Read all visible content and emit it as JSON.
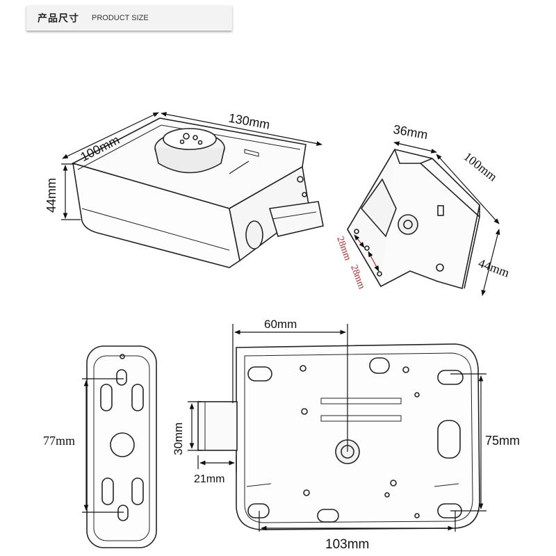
{
  "header": {
    "title_cn": "产品尺寸",
    "title_en": "PRODUCT SIZE"
  },
  "dimensions": {
    "top_left": {
      "length": "130mm",
      "width": "100mm",
      "height": "44mm"
    },
    "top_right": {
      "width": "36mm",
      "length": "100mm",
      "height": "44mm",
      "hole_spacing_a": "28mm",
      "hole_spacing_b": "28mm"
    },
    "bottom_left": {
      "hole_spacing": "77mm"
    },
    "bottom_right": {
      "center_offset": "60mm",
      "bolt_width": "30mm",
      "bolt_projection": "21mm",
      "hole_spacing_vertical": "75mm",
      "hole_spacing_horizontal": "103mm"
    }
  },
  "colors": {
    "line": "#1a1a1a",
    "accent": "#c0262c"
  }
}
